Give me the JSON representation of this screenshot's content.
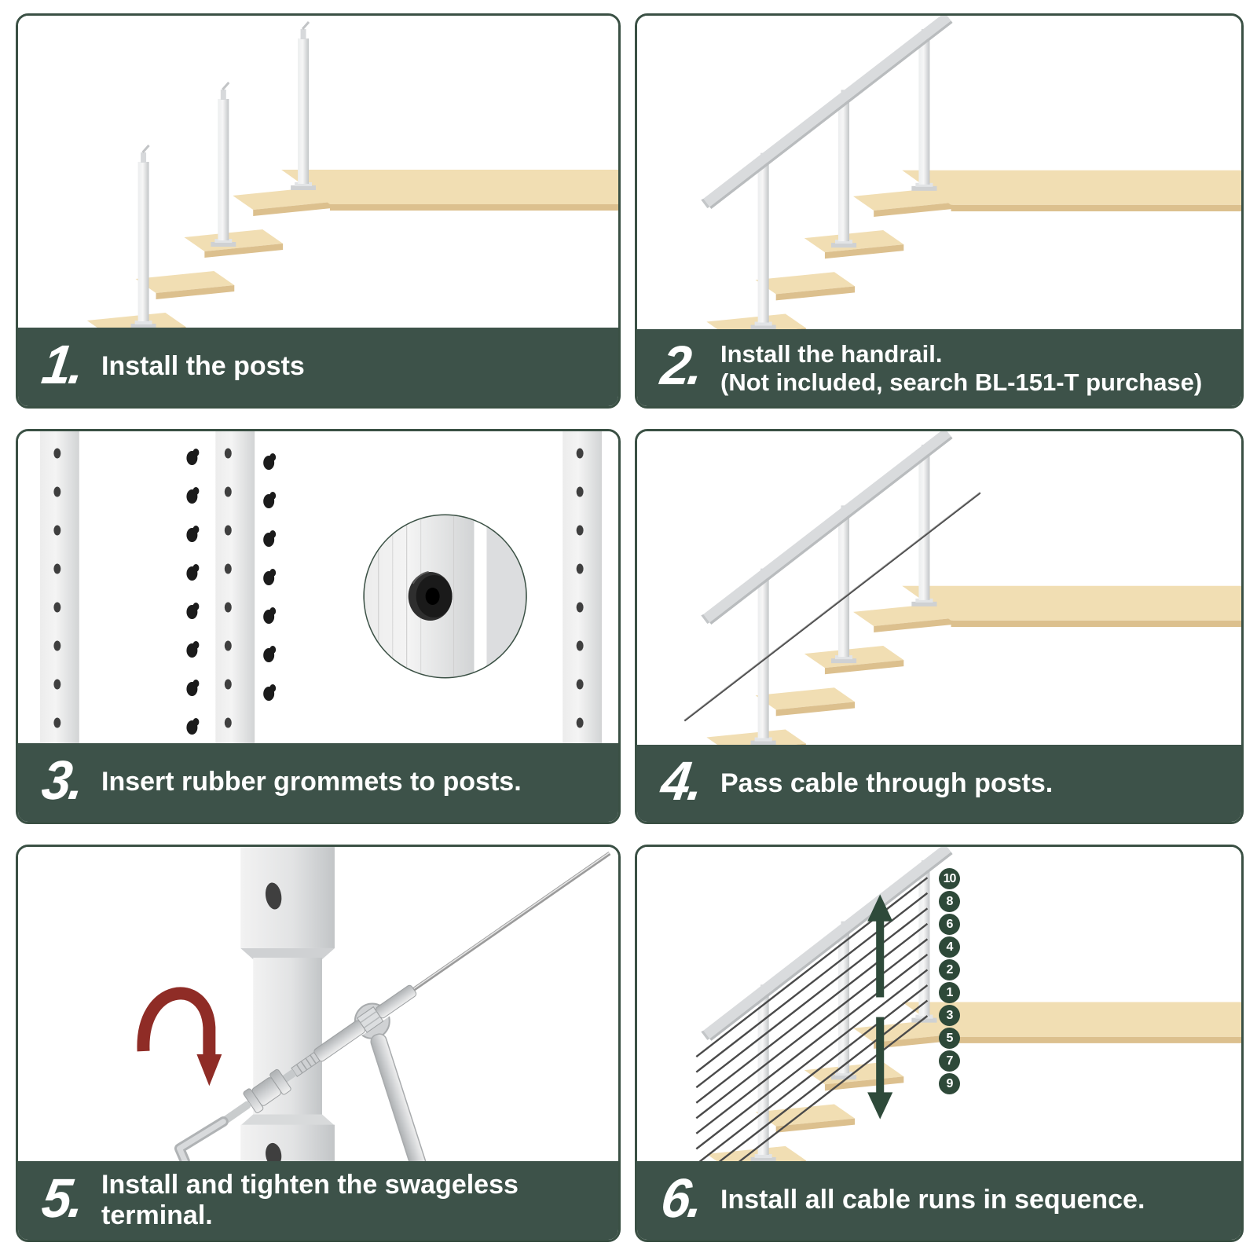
{
  "theme": {
    "panel-border": "#3A5044",
    "caption-bg": "#3D5249",
    "caption-text": "#FFFFFF",
    "badge-bg": "#2E4939",
    "arrow-green": "#2E4A3A",
    "arrow-red": "#8F2C26",
    "wood-top": "#F1DEB3",
    "wood-front": "#DCC08E",
    "cable-color": "#4A4A4A",
    "grommet-black": "#1B1B1B"
  },
  "panels": [
    {
      "number": "1.",
      "caption": "Install the posts"
    },
    {
      "number": "2.",
      "caption": "Install the handrail.",
      "caption_line2": "(Not included, search BL-151-T purchase)"
    },
    {
      "number": "3.",
      "caption": "Insert rubber grommets to posts."
    },
    {
      "number": "4.",
      "caption": "Pass cable through posts."
    },
    {
      "number": "5.",
      "caption": "Install and tighten the swageless terminal."
    },
    {
      "number": "6.",
      "caption": "Install all cable runs in sequence."
    }
  ],
  "cable_run_sequence": [
    "10",
    "8",
    "6",
    "4",
    "2",
    "1",
    "3",
    "5",
    "7",
    "9"
  ],
  "icons": {
    "rotation_arrow": "curved-arrow-counterclockwise-down",
    "sequence_arrow_upper": "arrow-up",
    "sequence_arrow_lower": "arrow-down"
  }
}
